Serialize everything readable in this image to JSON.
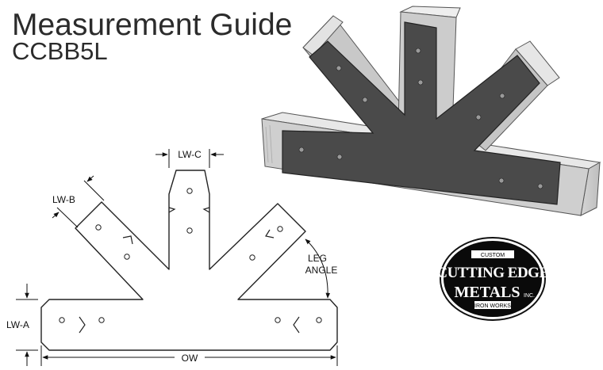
{
  "title": "Measurement Guide",
  "model": "CCBB5L",
  "labels": {
    "lw_a": "LW-A",
    "lw_b": "LW-B",
    "lw_c": "LW-C",
    "ow": "OW",
    "leg": "LEG",
    "angle": "ANGLE"
  },
  "logo": {
    "top": "CUSTOM",
    "line1": "CUTTING EDGE",
    "line2": "METALS",
    "inc": "INC.",
    "bottom": "IRON WORKS"
  },
  "colors": {
    "plate": "#4a4a4a",
    "wood": "#d9d9d9",
    "logo_bg": "#0a0a0a"
  }
}
